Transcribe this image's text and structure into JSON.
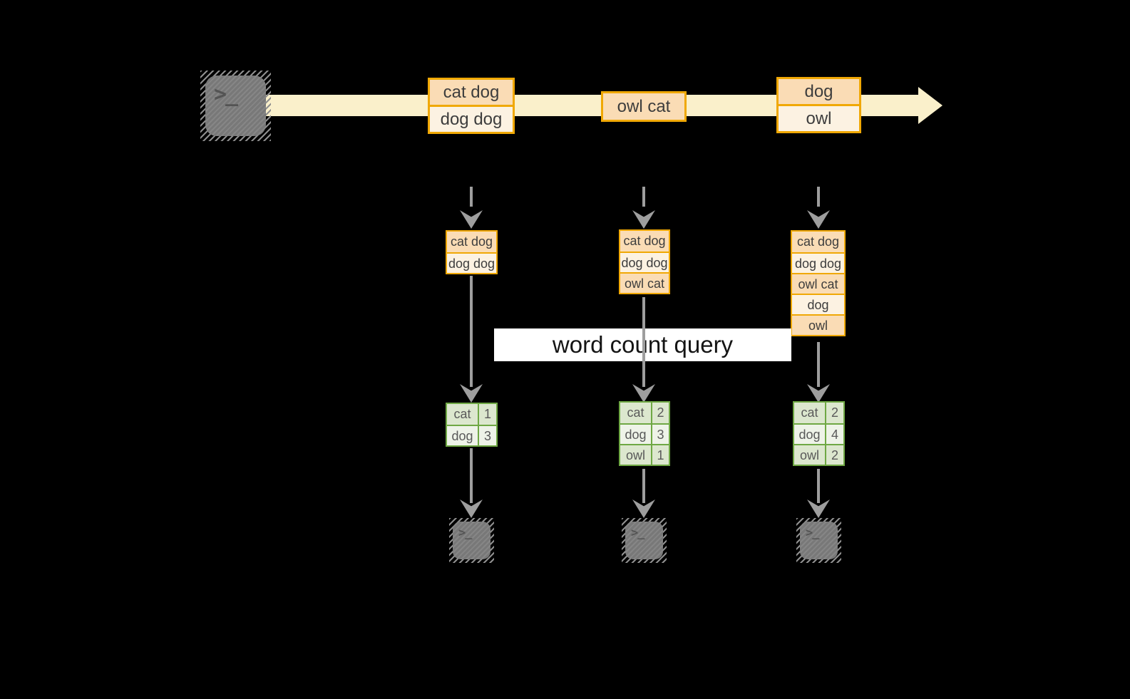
{
  "colors": {
    "background": "#000000",
    "stream_band": "#FAF0CB",
    "amber_border": "#F0A805",
    "peach_fill": "#FADCB5",
    "cream_fill": "#FCF2E2",
    "green_border": "#6FA844",
    "sage_fill": "#DCE7CE",
    "pale_green_fill": "#EEF3E8",
    "arrow_gray": "#9E9E9E",
    "terminal_fill": "#7F7F7F",
    "terminal_hatch": "#8F8F8F",
    "prompt_color": "#545454",
    "box_text": "#3D3D3D",
    "table_text": "#595959",
    "query_text": "#141414",
    "label_bg": "#FFFFFF"
  },
  "terminal_prompt": ">_",
  "query_label": "word count query",
  "stream_events": [
    {
      "rows": [
        "cat dog",
        "dog dog"
      ]
    },
    {
      "rows": [
        "owl cat"
      ]
    },
    {
      "rows": [
        "dog",
        "owl"
      ]
    }
  ],
  "buffers": [
    {
      "rows": [
        "cat dog",
        "dog dog"
      ]
    },
    {
      "rows": [
        "cat dog",
        "dog dog",
        "owl cat"
      ]
    },
    {
      "rows": [
        "cat dog",
        "dog dog",
        "owl cat",
        "dog",
        "owl"
      ]
    }
  ],
  "count_tables": [
    {
      "rows": [
        {
          "word": "cat",
          "count": 1
        },
        {
          "word": "dog",
          "count": 3
        }
      ]
    },
    {
      "rows": [
        {
          "word": "cat",
          "count": 2
        },
        {
          "word": "dog",
          "count": 3
        },
        {
          "word": "owl",
          "count": 1
        }
      ]
    },
    {
      "rows": [
        {
          "word": "cat",
          "count": 2
        },
        {
          "word": "dog",
          "count": 4
        },
        {
          "word": "owl",
          "count": 2
        }
      ]
    }
  ]
}
